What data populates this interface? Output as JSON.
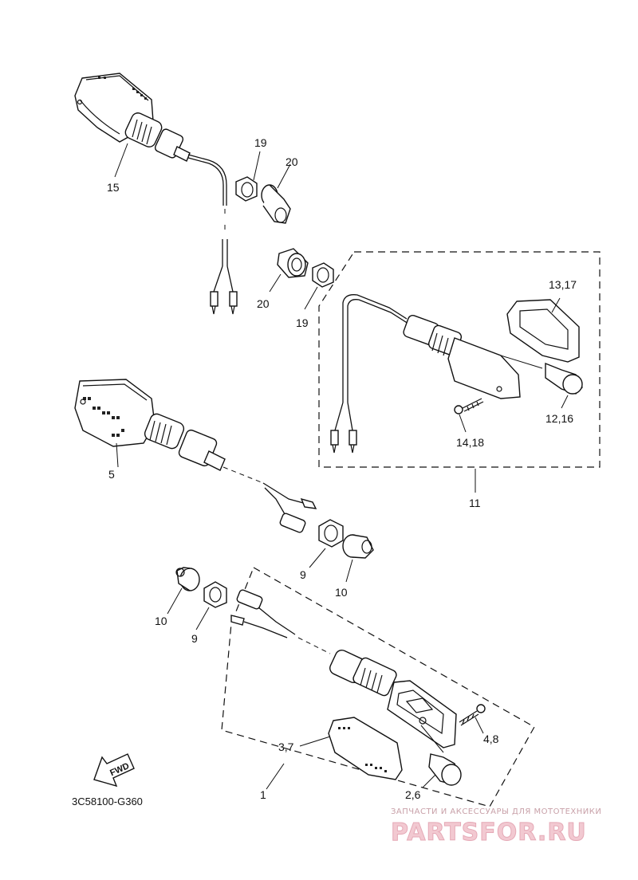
{
  "diagram": {
    "drawing_code": "3C58100-G360",
    "callouts": {
      "c1": "1",
      "c2_6": "2,6",
      "c3_7": "3,7",
      "c4_8": "4,8",
      "c5": "5",
      "c9a": "9",
      "c9b": "9",
      "c10a": "10",
      "c10b": "10",
      "c11": "11",
      "c12_16": "12,16",
      "c13_17": "13,17",
      "c14_18": "14,18",
      "c15": "15",
      "c19a": "19",
      "c19b": "19",
      "c20a": "20",
      "c20b": "20"
    },
    "fwd_label": "FWD"
  },
  "watermark": {
    "tagline": "ЗАПЧАСТИ И АКСЕССУАРЫ ДЛЯ МОТОТЕХНИКИ",
    "logo": "PARTSFOR.RU"
  }
}
